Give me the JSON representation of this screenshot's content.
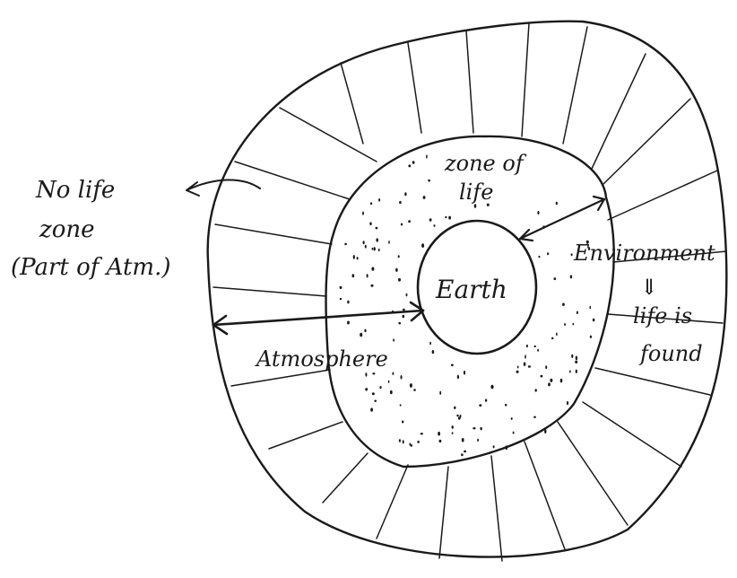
{
  "diagram": {
    "labels": {
      "no_life_line1": "No life",
      "no_life_line2": "zone",
      "no_life_line3": "(Part of Atm.)",
      "zone_line1": "zone of",
      "zone_line2": "life",
      "earth": "Earth",
      "environment": "Environment",
      "down_arrow": "⇓",
      "life_found_line1": "life is",
      "life_found_line2": "found",
      "atmosphere": "Atmosphere"
    },
    "colors": {
      "ink": "#1a1a1a",
      "background": "#ffffff"
    }
  }
}
